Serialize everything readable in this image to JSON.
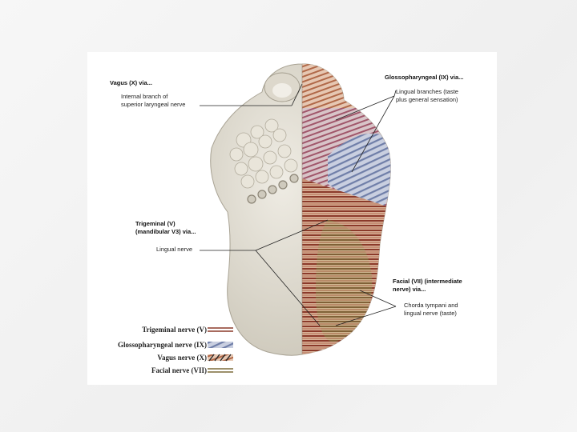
{
  "colors": {
    "trigeminal": "#8b3a2a",
    "glossopharyngeal": "#7d8ab0",
    "vagus": "#222222",
    "facial": "#7d6b3a",
    "tongue": "#e4e0d6"
  },
  "labels": {
    "vagus_header": "Vagus (X) via...",
    "vagus_branch_1": "Internal branch of",
    "vagus_branch_2": "superior laryngeal nerve",
    "glosso_header": "Glossopharyngeal (IX) via...",
    "glosso_branch_1": "Lingual branches (taste",
    "glosso_branch_2": "plus general sensation)",
    "trigeminal_header_1": "Trigeminal (V)",
    "trigeminal_header_2": "(mandibular V3) via...",
    "trigeminal_branch": "Lingual nerve",
    "facial_header_1": "Facial (VII) (intermediate",
    "facial_header_2": "nerve) via...",
    "facial_branch_1": "Chorda tympani and",
    "facial_branch_2": "lingual nerve (taste)"
  },
  "legend": [
    {
      "label": "Trigeminal nerve (V)",
      "key": "trigeminal"
    },
    {
      "label": "Glossopharyngeal nerve (IX)",
      "key": "glossopharyngeal"
    },
    {
      "label": "Vagus nerve (X)",
      "key": "vagus"
    },
    {
      "label": "Facial nerve (VII)",
      "key": "facial"
    }
  ]
}
